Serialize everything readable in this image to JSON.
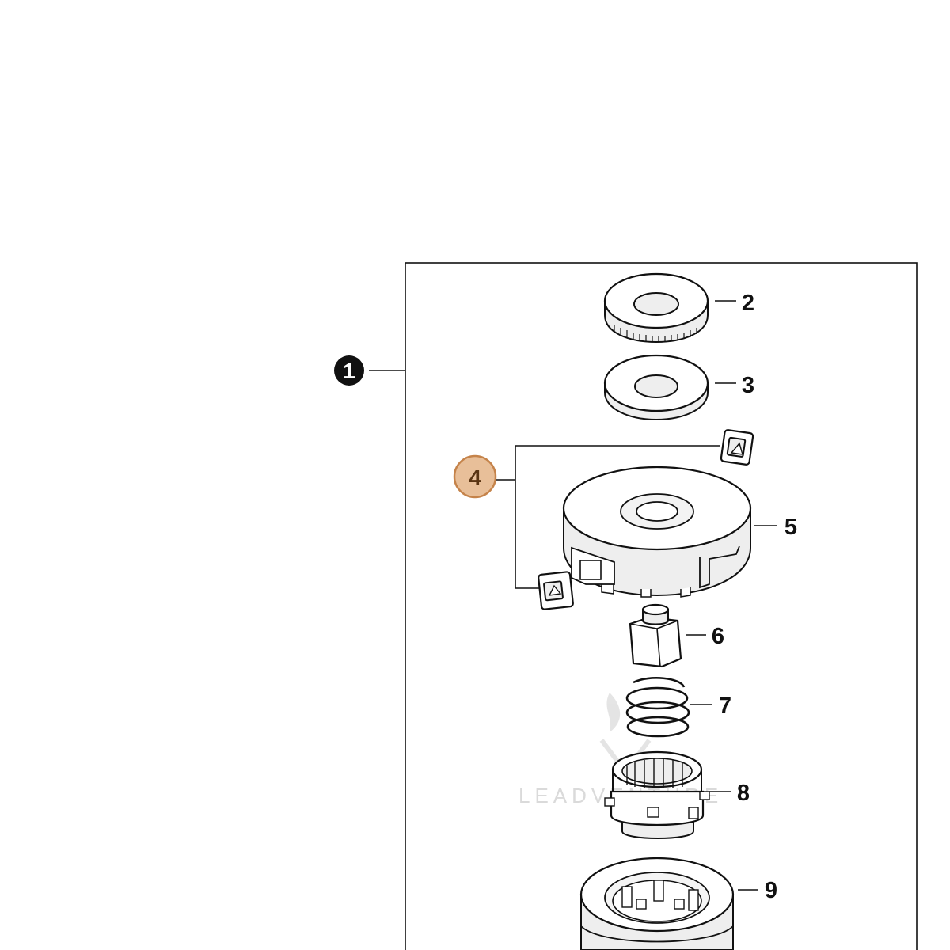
{
  "diagram": {
    "assembly_callout": {
      "label": "1"
    },
    "highlighted_callout": {
      "label": "4",
      "fill": "#e8bf99",
      "stroke": "#c5834a"
    },
    "callouts": [
      {
        "label": "2"
      },
      {
        "label": "3"
      },
      {
        "label": "5"
      },
      {
        "label": "6"
      },
      {
        "label": "7"
      },
      {
        "label": "8"
      },
      {
        "label": "9"
      }
    ],
    "watermark": {
      "text": "LEADVENTURE",
      "color": "#d6d6d6"
    },
    "colors": {
      "line": "#111111",
      "background": "#ffffff"
    }
  }
}
